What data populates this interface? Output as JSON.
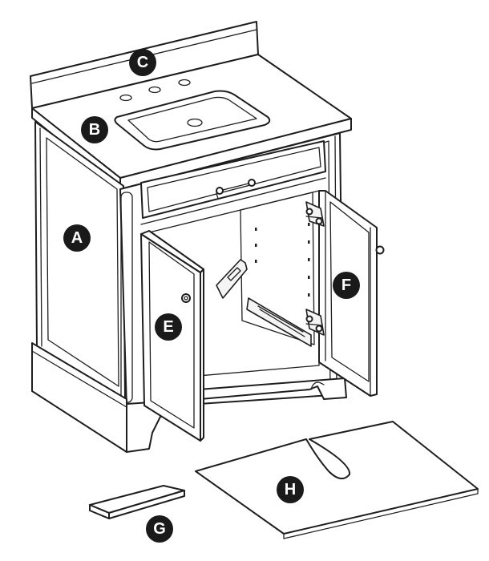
{
  "callouts": [
    {
      "letter": "A",
      "part": "side-panel"
    },
    {
      "letter": "B",
      "part": "countertop"
    },
    {
      "letter": "C",
      "part": "backsplash"
    },
    {
      "letter": "E",
      "part": "left-door"
    },
    {
      "letter": "F",
      "part": "right-door"
    },
    {
      "letter": "G",
      "part": "small-panel"
    },
    {
      "letter": "H",
      "part": "bottom-shelf-panel"
    }
  ],
  "colors": {
    "line": "#1e1e1e",
    "callout": "#1a1a1a",
    "background": "#ffffff"
  }
}
